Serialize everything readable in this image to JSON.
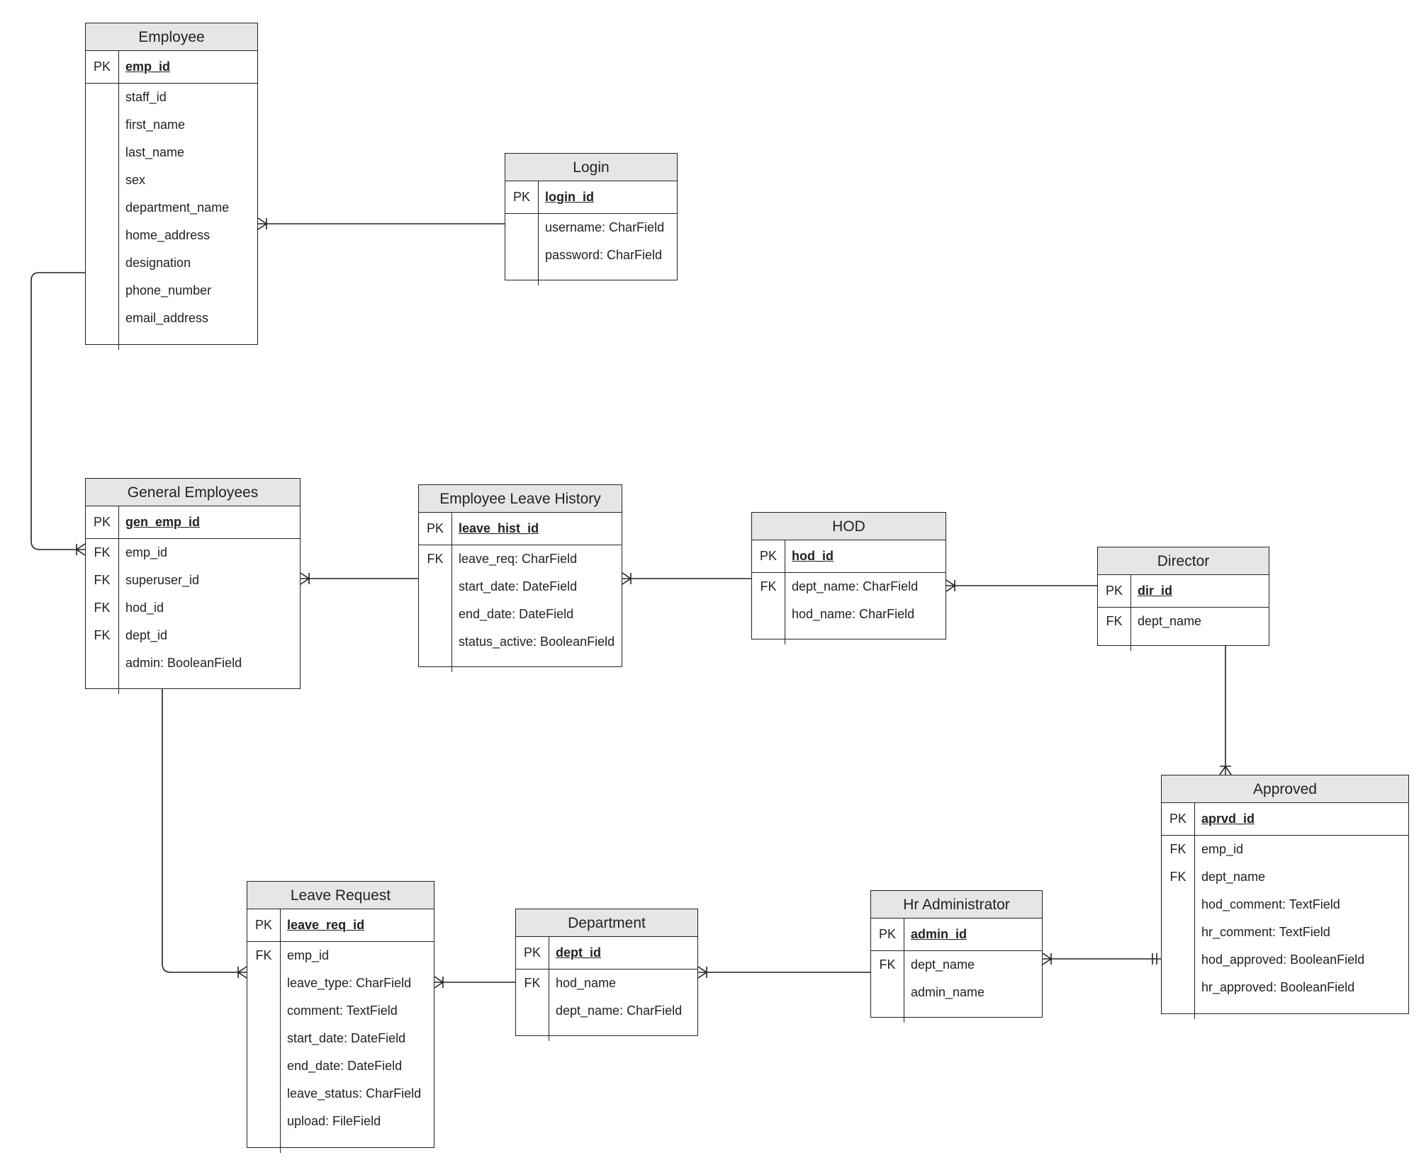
{
  "entities": {
    "employee": {
      "title": "Employee",
      "pk": {
        "key": "PK",
        "field": "emp_id"
      },
      "fields": [
        {
          "key": "",
          "name": "staff_id"
        },
        {
          "key": "",
          "name": "first_name"
        },
        {
          "key": "",
          "name": "last_name"
        },
        {
          "key": "",
          "name": "sex"
        },
        {
          "key": "",
          "name": "department_name"
        },
        {
          "key": "",
          "name": "home_address"
        },
        {
          "key": "",
          "name": "designation"
        },
        {
          "key": "",
          "name": "phone_number"
        },
        {
          "key": "",
          "name": "email_address"
        }
      ]
    },
    "login": {
      "title": "Login",
      "pk": {
        "key": "PK",
        "field": "login_id"
      },
      "fields": [
        {
          "key": "",
          "name": "username: CharField"
        },
        {
          "key": "",
          "name": "password: CharField"
        }
      ]
    },
    "general_employees": {
      "title": "General Employees",
      "pk": {
        "key": "PK",
        "field": "gen_emp_id"
      },
      "fields": [
        {
          "key": "FK",
          "name": "emp_id"
        },
        {
          "key": "FK",
          "name": "superuser_id"
        },
        {
          "key": "FK",
          "name": "hod_id"
        },
        {
          "key": "FK",
          "name": "dept_id"
        },
        {
          "key": "",
          "name": "admin: BooleanField"
        }
      ]
    },
    "employee_leave_history": {
      "title": "Employee Leave History",
      "pk": {
        "key": "PK",
        "field": "leave_hist_id"
      },
      "fields": [
        {
          "key": "FK",
          "name": "leave_req: CharField"
        },
        {
          "key": "",
          "name": "start_date: DateField"
        },
        {
          "key": "",
          "name": "end_date: DateField"
        },
        {
          "key": "",
          "name": "status_active: BooleanField"
        }
      ]
    },
    "hod": {
      "title": "HOD",
      "pk": {
        "key": "PK",
        "field": "hod_id"
      },
      "fields": [
        {
          "key": "FK",
          "name": "dept_name: CharField"
        },
        {
          "key": "",
          "name": "hod_name: CharField"
        }
      ]
    },
    "director": {
      "title": "Director",
      "pk": {
        "key": "PK",
        "field": "dir_id"
      },
      "fields": [
        {
          "key": "FK",
          "name": "dept_name"
        }
      ]
    },
    "approved": {
      "title": "Approved",
      "pk": {
        "key": "PK",
        "field": "aprvd_id"
      },
      "fields": [
        {
          "key": "FK",
          "name": "emp_id"
        },
        {
          "key": "FK",
          "name": "dept_name"
        },
        {
          "key": "",
          "name": "hod_comment: TextField"
        },
        {
          "key": "",
          "name": "hr_comment: TextField"
        },
        {
          "key": "",
          "name": "hod_approved: BooleanField"
        },
        {
          "key": "",
          "name": "hr_approved: BooleanField"
        }
      ]
    },
    "leave_request": {
      "title": "Leave Request",
      "pk": {
        "key": "PK",
        "field": "leave_req_id"
      },
      "fields": [
        {
          "key": "FK",
          "name": "emp_id"
        },
        {
          "key": "",
          "name": "leave_type: CharField"
        },
        {
          "key": "",
          "name": "comment: TextField"
        },
        {
          "key": "",
          "name": "start_date: DateField"
        },
        {
          "key": "",
          "name": "end_date: DateField"
        },
        {
          "key": "",
          "name": "leave_status: CharField"
        },
        {
          "key": "",
          "name": "upload: FileField"
        }
      ]
    },
    "department": {
      "title": "Department",
      "pk": {
        "key": "PK",
        "field": "dept_id"
      },
      "fields": [
        {
          "key": "FK",
          "name": "hod_name"
        },
        {
          "key": "",
          "name": "dept_name: CharField"
        }
      ]
    },
    "hr_administrator": {
      "title": "Hr Administrator",
      "pk": {
        "key": "PK",
        "field": "admin_id"
      },
      "fields": [
        {
          "key": "FK",
          "name": "dept_name"
        },
        {
          "key": "",
          "name": "admin_name"
        }
      ]
    }
  },
  "relationships": [
    {
      "from": "login",
      "to": "employee",
      "to_end": "one-or-many"
    },
    {
      "from": "employee",
      "to": "general_employees",
      "to_end": "one-or-many"
    },
    {
      "from": "employee_leave_history",
      "to": "general_employees",
      "to_end": "one-or-many"
    },
    {
      "from": "hod",
      "to": "employee_leave_history",
      "to_end": "one-or-many"
    },
    {
      "from": "director",
      "to": "hod",
      "to_end": "one-or-many"
    },
    {
      "from": "director",
      "to": "approved",
      "to_end": "one-or-many"
    },
    {
      "from": "general_employees",
      "to": "leave_request",
      "to_end": "one-or-many"
    },
    {
      "from": "department",
      "to": "leave_request",
      "to_end": "one-or-many"
    },
    {
      "from": "hr_administrator",
      "to": "department",
      "to_end": "one-or-many"
    },
    {
      "from": "hr_administrator",
      "to": "approved",
      "from_end": "one-or-many",
      "to_end": "one-and-only-one"
    }
  ]
}
